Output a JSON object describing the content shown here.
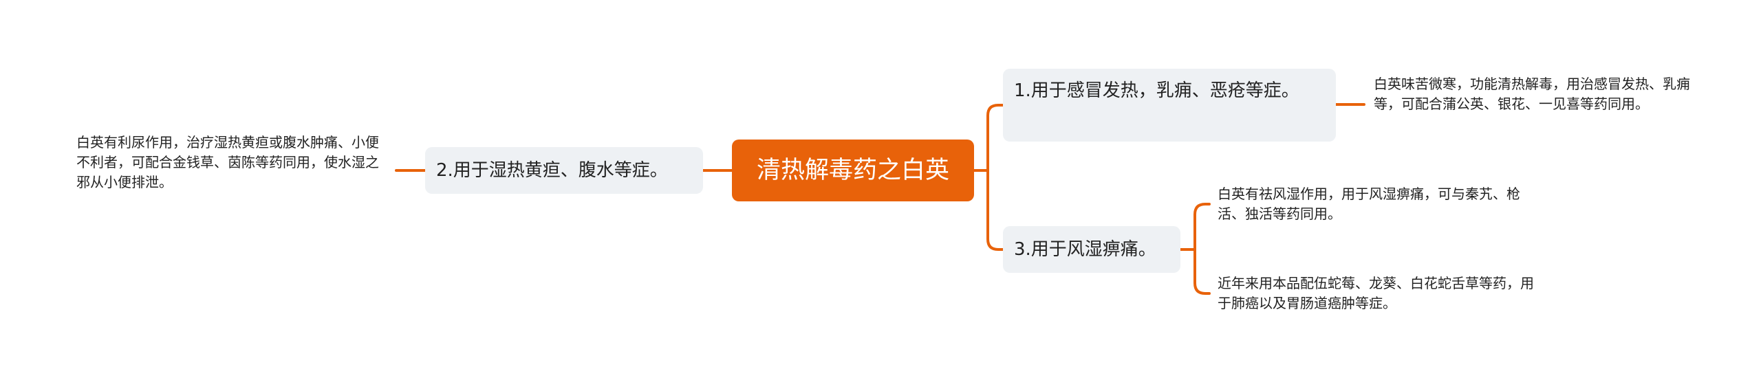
{
  "colors": {
    "accent": "#E8620A",
    "connector": "#E8620A",
    "branch_bg": "#EEF1F4",
    "text": "#222222",
    "root_text": "#FFFFFF",
    "background": "#FFFFFF"
  },
  "mindmap": {
    "root": {
      "label": "清热解毒药之白英"
    },
    "branches": [
      {
        "label": "1.用于感冒发热，乳痈、恶疮等症。",
        "side": "right",
        "leaves": [
          {
            "text": "白英味苦微寒，功能清热解毒，用治感冒发热、乳痈等，可配合蒲公英、银花、一见喜等药同用。"
          }
        ]
      },
      {
        "label": "2.用于湿热黄疸、腹水等症。",
        "side": "left",
        "leaves": [
          {
            "text": "白英有利尿作用，治疗湿热黄疸或腹水肿痛、小便不利者，可配合金钱草、茵陈等药同用，使水湿之邪从小便排泄。"
          }
        ]
      },
      {
        "label": "3.用于风湿痹痛。",
        "side": "right",
        "leaves": [
          {
            "text": "白英有祛风湿作用，用于风湿痹痛，可与秦艽、枪活、独活等药同用。"
          },
          {
            "text": "近年来用本品配伍蛇莓、龙葵、白花蛇舌草等药，用于肺癌以及胃肠道癌肿等症。"
          }
        ]
      }
    ]
  }
}
